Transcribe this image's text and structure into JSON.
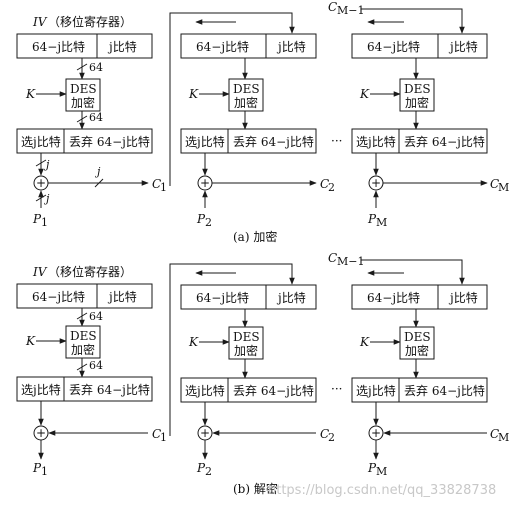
{
  "labels": {
    "iv": "IV",
    "iv_note": "（移位寄存器）",
    "key": "K",
    "des_line1": "DES",
    "des_line2": "加密",
    "reg_left": "64−j比特",
    "reg_right": "j比特",
    "sel_left": "选j比特",
    "sel_right": "丢弃 64−j比特",
    "width_64": "64",
    "width_j": "j",
    "ellipsis": "···",
    "c_prev_last": "C",
    "c_prev_last_sub": "M−1",
    "xor_symbol": "+"
  },
  "stages": [
    {
      "p": "P",
      "p_sub": "1",
      "c": "C",
      "c_sub": "1"
    },
    {
      "p": "P",
      "p_sub": "2",
      "c": "C",
      "c_sub": "2"
    },
    {
      "p": "P",
      "p_sub": "M",
      "c": "C",
      "c_sub": "M"
    }
  ],
  "captions": {
    "encrypt": "(a)  加密",
    "decrypt": "(b)  解密"
  },
  "watermark": "https://blog.csdn.net/qq_33828738"
}
